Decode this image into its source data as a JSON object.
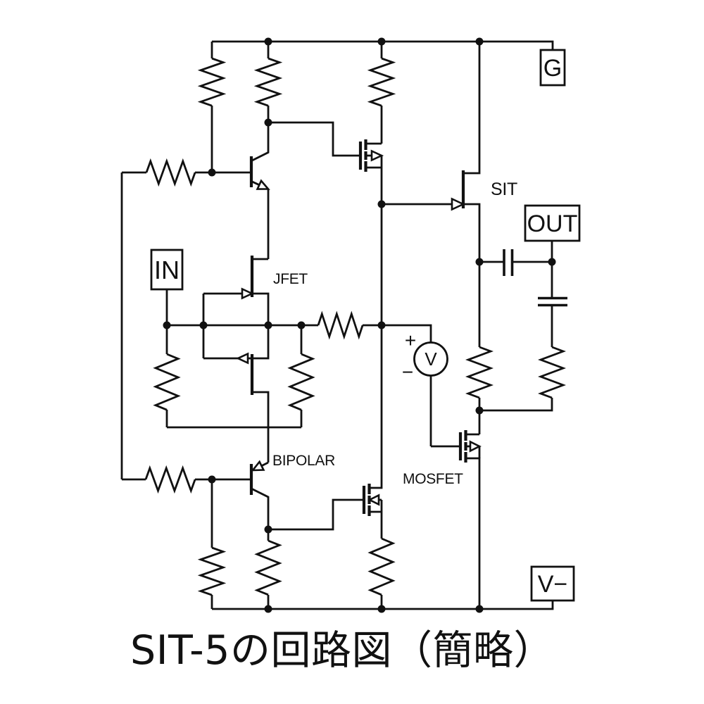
{
  "title": "SIT-5の回路図（簡略）",
  "colors": {
    "ink": "#111111",
    "background": "#ffffff"
  },
  "terminals": {
    "g": "G",
    "out": "OUT",
    "in": "IN",
    "v_minus": "V−"
  },
  "device_labels": {
    "sit": "SIT",
    "jfet": "JFET",
    "bipolar": "BIPOLAR",
    "mosfet": "MOSFET"
  },
  "voltage_source": {
    "plus": "+",
    "minus": "−",
    "symbol": "V"
  }
}
